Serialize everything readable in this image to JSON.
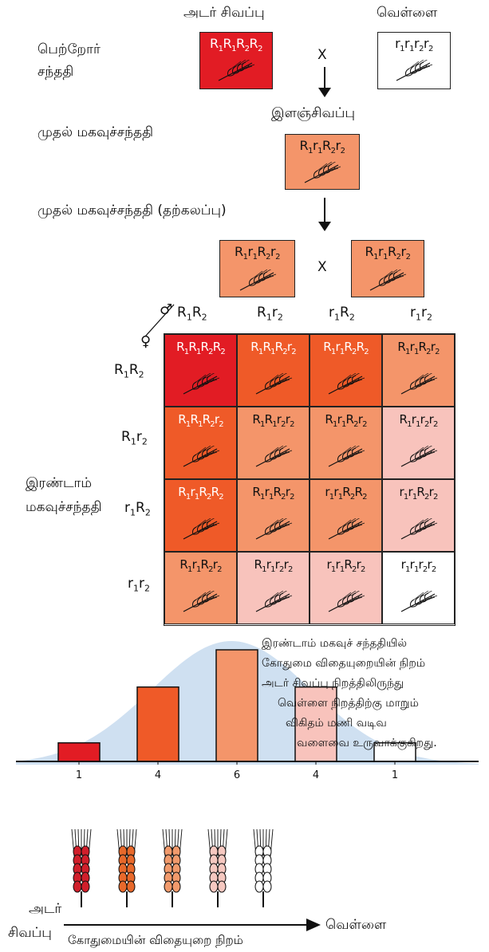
{
  "parents": {
    "left_label": "அடர் சிவப்பு",
    "right_label": "வெள்ளை",
    "gen_label": [
      "பெற்றோர்",
      "சந்ததி"
    ],
    "cross_symbol": "X",
    "left_genotype": [
      "R",
      "1",
      "R",
      "1",
      "R",
      "2",
      "R",
      "2"
    ],
    "right_genotype": [
      "r",
      "1",
      "r",
      "1",
      "r",
      "2",
      "r",
      "2"
    ]
  },
  "f1": {
    "gen_label": "முதல் மகவுச்சந்ததி",
    "phenotype_label": "இளஞ்சிவப்பு",
    "genotype": [
      "R",
      "1",
      "r",
      "1",
      "R",
      "2",
      "r",
      "2"
    ]
  },
  "f1_self": {
    "gen_label": "முதல் மகவுச்சந்ததி (தற்கலப்பு)",
    "cross_symbol": "X",
    "genotype": [
      "R",
      "1",
      "r",
      "1",
      "R",
      "2",
      "r",
      "2"
    ]
  },
  "punnett": {
    "male_symbol": "♂",
    "female_symbol": "♀",
    "male_gametes": [
      [
        "R",
        "1",
        "R",
        "2"
      ],
      [
        "R",
        "1",
        "r",
        "2"
      ],
      [
        "r",
        "1",
        "R",
        "2"
      ],
      [
        "r",
        "1",
        "r",
        "2"
      ]
    ],
    "female_gametes": [
      [
        "R",
        "1",
        "R",
        "2"
      ],
      [
        "R",
        "1",
        "r",
        "2"
      ],
      [
        "r",
        "1",
        "R",
        "2"
      ],
      [
        "r",
        "1",
        "r",
        "2"
      ]
    ],
    "f2_label": [
      "இரண்டாம்",
      "மகவுச்சந்ததி"
    ],
    "cells": [
      [
        {
          "g": [
            "R",
            "1",
            "R",
            "1",
            "R",
            "2",
            "R",
            "2"
          ],
          "c": "#e21c24",
          "t": "#fff"
        },
        {
          "g": [
            "R",
            "1",
            "R",
            "1",
            "R",
            "2",
            "r",
            "2"
          ],
          "c": "#ef5a28",
          "t": "#fff"
        },
        {
          "g": [
            "R",
            "1",
            "r",
            "1",
            "R",
            "2",
            "R",
            "2"
          ],
          "c": "#ef5a28",
          "t": "#fff"
        },
        {
          "g": [
            "R",
            "1",
            "r",
            "1",
            "R",
            "2",
            "r",
            "2"
          ],
          "c": "#f4956a",
          "t": "#111"
        }
      ],
      [
        {
          "g": [
            "R",
            "1",
            "R",
            "1",
            "R",
            "2",
            "r",
            "2"
          ],
          "c": "#ef5a28",
          "t": "#fff"
        },
        {
          "g": [
            "R",
            "1",
            "R",
            "1",
            "r",
            "2",
            "r",
            "2"
          ],
          "c": "#f4956a",
          "t": "#111"
        },
        {
          "g": [
            "R",
            "1",
            "r",
            "1",
            "R",
            "2",
            "r",
            "2"
          ],
          "c": "#f4956a",
          "t": "#111"
        },
        {
          "g": [
            "R",
            "1",
            "r",
            "1",
            "r",
            "2",
            "r",
            "2"
          ],
          "c": "#f8c3bc",
          "t": "#111"
        }
      ],
      [
        {
          "g": [
            "R",
            "1",
            "r",
            "1",
            "R",
            "2",
            "R",
            "2"
          ],
          "c": "#ef5a28",
          "t": "#fff"
        },
        {
          "g": [
            "R",
            "1",
            "r",
            "1",
            "R",
            "2",
            "r",
            "2"
          ],
          "c": "#f4956a",
          "t": "#111"
        },
        {
          "g": [
            "r",
            "1",
            "r",
            "1",
            "R",
            "2",
            "R",
            "2"
          ],
          "c": "#f4956a",
          "t": "#111"
        },
        {
          "g": [
            "r",
            "1",
            "r",
            "1",
            "R",
            "2",
            "r",
            "2"
          ],
          "c": "#f8c3bc",
          "t": "#111"
        }
      ],
      [
        {
          "g": [
            "R",
            "1",
            "r",
            "1",
            "R",
            "2",
            "r",
            "2"
          ],
          "c": "#f4956a",
          "t": "#111"
        },
        {
          "g": [
            "R",
            "1",
            "r",
            "1",
            "r",
            "2",
            "r",
            "2"
          ],
          "c": "#f8c3bc",
          "t": "#111"
        },
        {
          "g": [
            "r",
            "1",
            "r",
            "1",
            "R",
            "2",
            "r",
            "2"
          ],
          "c": "#f8c3bc",
          "t": "#111"
        },
        {
          "g": [
            "r",
            "1",
            "r",
            "1",
            "r",
            "2",
            "r",
            "2"
          ],
          "c": "#ffffff",
          "t": "#111"
        }
      ]
    ]
  },
  "note_lines": [
    "இரண்டாம் மகவுச் சந்ததியில்",
    "கோதுமை விதையுறையின் நிறம்",
    "அடர் சிவப்பு நிறத்திலிருந்து",
    "வெள்ளை நிறத்திற்கு மாறும்",
    "விகிதம்  மணி வடிவ",
    "வளைவை உருவாக்குகிறது."
  ],
  "chart_data": {
    "type": "bar",
    "categories": [
      "1",
      "4",
      "6",
      "4",
      "1"
    ],
    "values": [
      1,
      4,
      6,
      4,
      1
    ],
    "colors": [
      "#e21c24",
      "#ef5a28",
      "#f4956a",
      "#f8c3bc",
      "#ffffff"
    ],
    "ylim": [
      0,
      6
    ],
    "bell_curve_color": "#cfe0f1"
  },
  "axis": {
    "left_label": [
      "அடர்",
      "சிவப்பு"
    ],
    "right_label": "வெள்ளை",
    "caption": "கோதுமையின் விதையுறை நிறம்"
  },
  "spike_colors": [
    "#d01f2b",
    "#e8692b",
    "#f19a6c",
    "#f6c8c0",
    "#ffffff"
  ]
}
